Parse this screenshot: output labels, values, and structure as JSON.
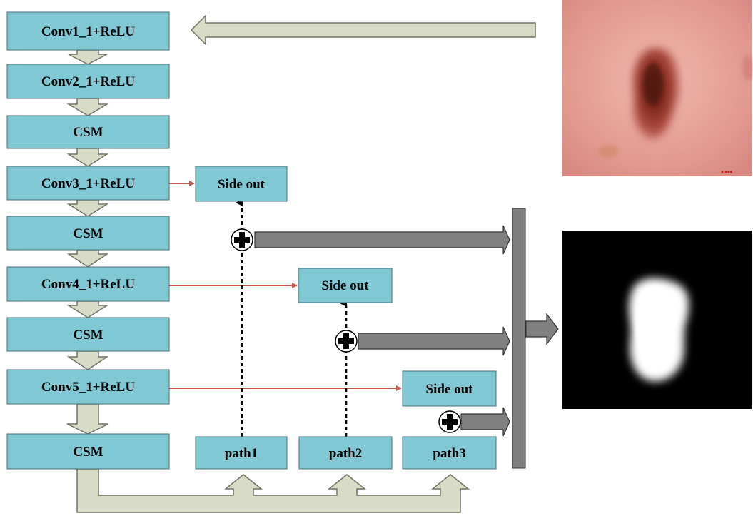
{
  "backbone": [
    "Conv1_1+ReLU",
    "Conv2_1+ReLU",
    "CSM",
    "Conv3_1+ReLU",
    "CSM",
    "Conv4_1+ReLU",
    "CSM",
    "Conv5_1+ReLU",
    "CSM"
  ],
  "side_outputs": [
    "Side out",
    "Side out",
    "Side out"
  ],
  "paths": [
    "path1",
    "path2",
    "path3"
  ],
  "images": {
    "input": "dermoscopic skin lesion image",
    "output": "binary segmentation mask"
  },
  "colors": {
    "block_fill": "#7fc8d4",
    "flow_arrow": "#d8dcc7",
    "fusion_arrow": "#808080",
    "side_connection": "#c8574f"
  }
}
